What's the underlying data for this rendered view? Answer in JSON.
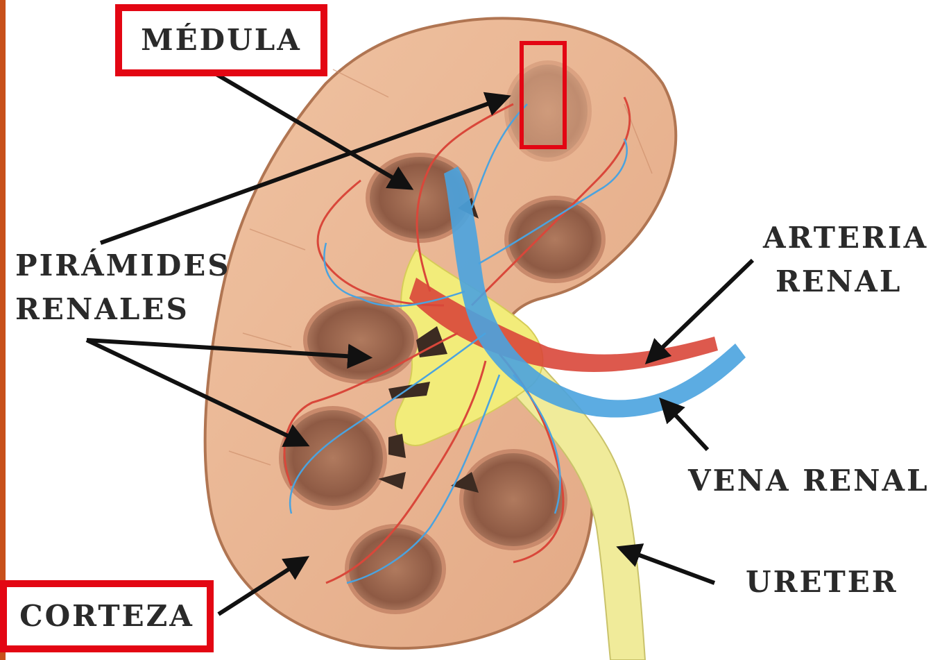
{
  "labels": {
    "medula": "MÉDULA",
    "piramides_line1": "PIRÁMIDES",
    "piramides_line2": "RENALES",
    "arteria_line1": "ARTERIA",
    "arteria_line2": "RENAL",
    "vena": "VENA RENAL",
    "ureter": "URETER",
    "corteza": "CORTEZA"
  },
  "colors": {
    "highlight_box": "#e30613",
    "cortex": "#e9b48f",
    "pyramid": "#9c6a52",
    "pelvis": "#f2ec7a",
    "artery": "#d9473a",
    "vein": "#4aa3df",
    "ureter": "#f0eb9a",
    "arrow": "#111111"
  }
}
